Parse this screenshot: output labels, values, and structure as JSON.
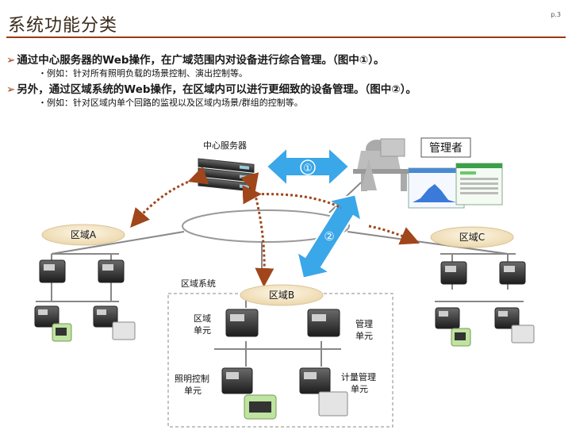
{
  "header": {
    "title": "系统功能分类",
    "page": "p.3"
  },
  "bullets": [
    {
      "mark": "➢",
      "text": "通过中心服务器的Web操作，在广域范围内对设备进行综合管理。（图中①）。",
      "sub": "・例如：针对所有照明负载的场景控制、演出控制等。"
    },
    {
      "mark": "➢",
      "text": "另外，通过区域系统的Web操作，在区域内可以进行更细致的设备管理。（图中②）。",
      "sub": "・例如：针对区域内单个回路的监视以及区域内场景/群组的控制等。"
    }
  ],
  "diagram": {
    "server_label": "中心服务器",
    "manager_label": "管理者",
    "arrow1_label": "①",
    "arrow2_label": "②",
    "zone_a": "区域A",
    "zone_b": "区域B",
    "zone_c": "区域C",
    "zone_system": "区域系统",
    "unit_zone": [
      "区域",
      "单元"
    ],
    "unit_manage": [
      "管理",
      "单元"
    ],
    "unit_lighting": [
      "照明控制",
      "单元"
    ],
    "unit_metering": [
      "计量管理",
      "单元"
    ]
  },
  "colors": {
    "accent": "#9b3a12",
    "blue_arrow": "#3aa7e8",
    "dotted_arrow": "#a0461a",
    "zone_oval": "#f3e4c3"
  }
}
